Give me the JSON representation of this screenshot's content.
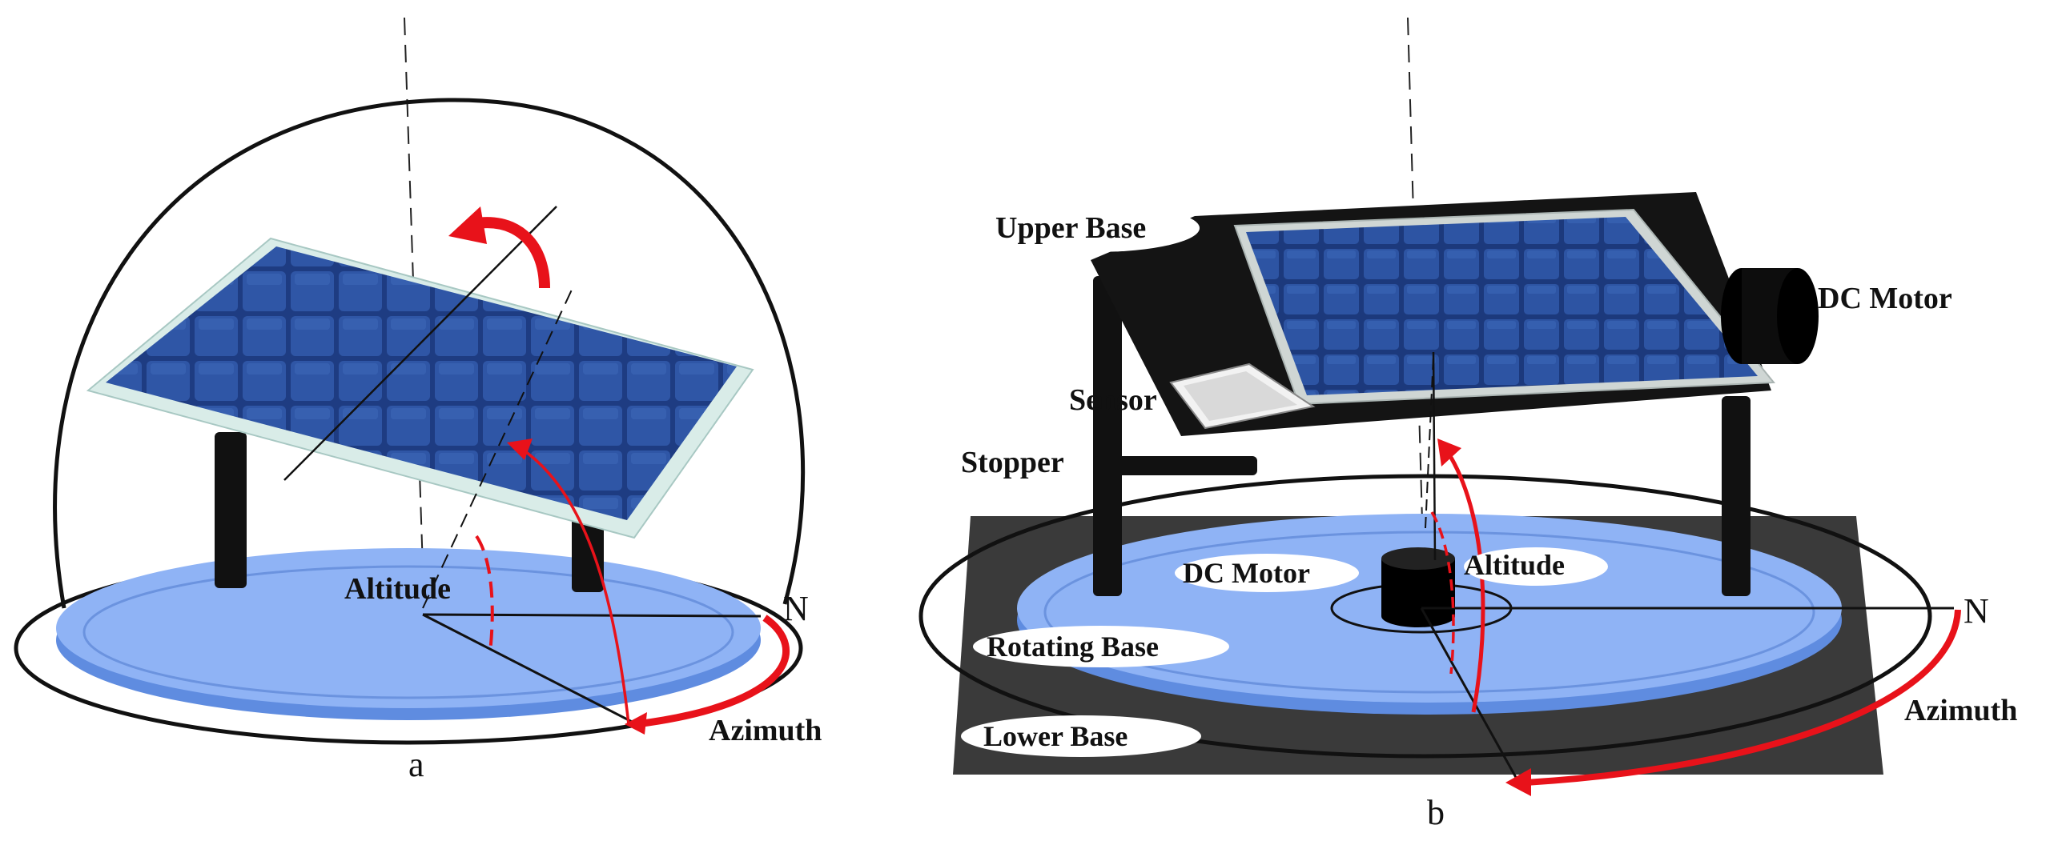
{
  "panel_a": {
    "caption": "a",
    "labels": {
      "altitude": "Altitude",
      "north": "N",
      "azimuth": "Azimuth"
    }
  },
  "panel_b": {
    "caption": "b",
    "labels": {
      "upper_base": "Upper Base",
      "dc_motor_top": "DC Motor",
      "sensor": "Sensor",
      "stopper": "Stopper",
      "dc_motor_base": "DC Motor",
      "altitude": "Altitude",
      "rotating_base": "Rotating Base",
      "lower_base": "Lower Base",
      "north": "N",
      "azimuth": "Azimuth"
    }
  },
  "colors": {
    "panel_blue": "#1f3f86",
    "disc_blue": "#7ea6f2",
    "arrow_red": "#e8121a",
    "frame_black": "#111111"
  }
}
